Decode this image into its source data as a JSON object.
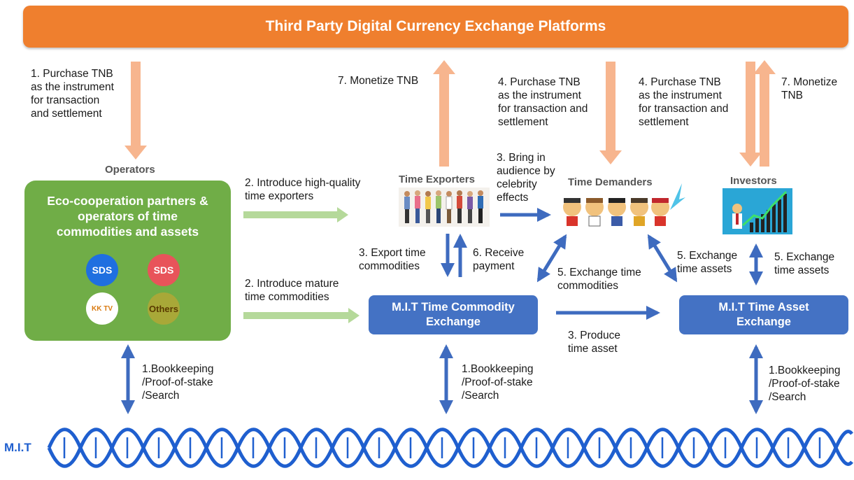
{
  "banner": {
    "title": "Third Party Digital Currency Exchange Platforms"
  },
  "operators": {
    "label": "Operators",
    "box_title": "Eco-cooperation partners &\noperators of time\ncommodities and assets",
    "logos": [
      {
        "name": "sds-logo-blue",
        "text": "SDS",
        "color": "#1f6fe0"
      },
      {
        "name": "sds-logo-red",
        "text": "SDS",
        "color": "#e8545a"
      },
      {
        "name": "kk-tv-logo",
        "text": "KK TV",
        "color": "#ffffff"
      },
      {
        "name": "others-logo",
        "text": "Others",
        "color": "#a8a838"
      }
    ]
  },
  "nodes": {
    "time_exporters": "Time Exporters",
    "time_demanders": "Time Demanders",
    "investors": "Investors",
    "commodity_exchange": "M.I.T Time Commodity\nExchange",
    "asset_exchange": "M.I.T Time Asset\nExchange"
  },
  "labels": {
    "purchase_tnb_1": "1. Purchase TNB\nas the instrument\nfor transaction\nand settlement",
    "monetize_tnb_left": "7. Monetize TNB",
    "purchase_tnb_4a": "4. Purchase TNB\nas the instrument\nfor transaction and\nsettlement",
    "purchase_tnb_4b": "4. Purchase TNB\nas the instrument\nfor transaction and\nsettlement",
    "monetize_tnb_right": "7. Monetize\nTNB",
    "introduce_exporters": "2. Introduce high-quality\ntime exporters",
    "introduce_commodities": "2. Introduce mature\ntime commodities",
    "bring_audience": "3. Bring in\naudience by\ncelebrity\neffects",
    "export_commodities": "3. Export time\ncommodities",
    "receive_payment": "6. Receive\npayment",
    "exchange_commodities": "5. Exchange time\ncommodities",
    "exchange_assets_left": "5. Exchange\ntime assets",
    "exchange_assets_right": "5. Exchange\ntime assets",
    "produce_asset": "3. Produce\ntime asset",
    "bookkeeping_1": "1.Bookkeeping\n/Proof-of-stake\n/Search",
    "bookkeeping_2": "1.Bookkeeping\n/Proof-of-stake\n/Search",
    "bookkeeping_3": "1.Bookkeeping\n/Proof-of-stake\n/Search"
  },
  "chain": {
    "label": "M.I.T"
  },
  "colors": {
    "banner": "#ef7f2e",
    "operators_box": "#70ad47",
    "exchange_box": "#4472c4",
    "orange_arrow": "#f7b58e",
    "green_arrow": "#b5d99a",
    "blue_arrow": "#3e6bbf",
    "chain": "#1f5fcf"
  }
}
